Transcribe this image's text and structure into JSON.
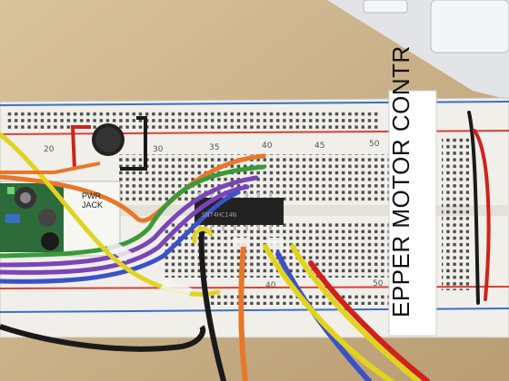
{
  "photo": {
    "subject": "",
    "tape_label": "EPPER MOTOR CONTRO",
    "pwr_label_line1": "PWR",
    "pwr_label_line2": "JACK",
    "ic_marking": "SN74HC14N",
    "row_numbers_top": [
      "20",
      "30",
      "35",
      "40",
      "45",
      "50"
    ],
    "row_numbers_bottom": [
      "40",
      "50"
    ]
  },
  "colors": {
    "desk": "#c9b48f",
    "breadboard": "#f1efe9",
    "rail_red": "#d8403a",
    "rail_blue": "#3b6fc4",
    "wire_yellow": "#e2d320",
    "wire_orange": "#e8772a",
    "wire_green": "#3a9a3a",
    "wire_purple": "#7a45b8",
    "wire_blue": "#3a52c8",
    "wire_black": "#1a1a1a",
    "wire_red": "#d0221b",
    "chip": "#222222",
    "laptop": "#dcdee2"
  }
}
